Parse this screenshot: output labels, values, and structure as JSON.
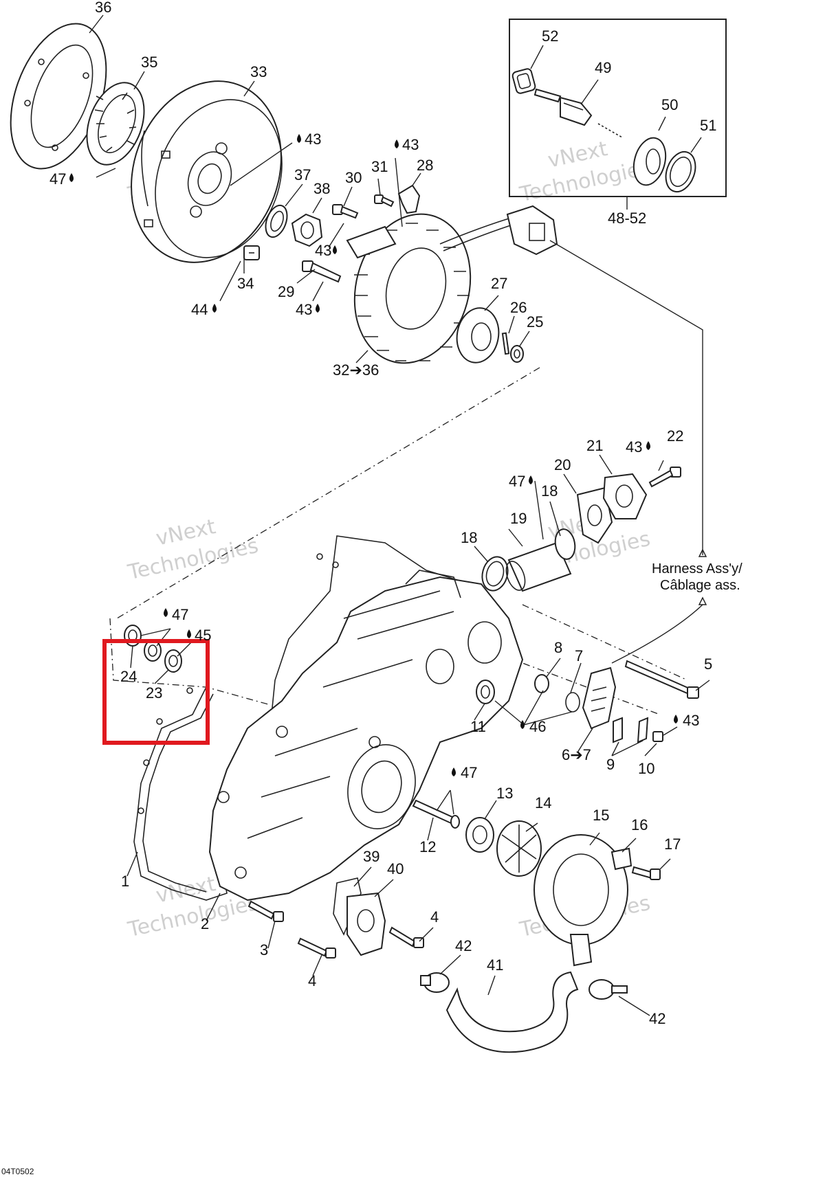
{
  "diagram": {
    "callouts": {
      "c1": "1",
      "c2": "2",
      "c3": "3",
      "c4a": "4",
      "c4b": "4",
      "c5": "5",
      "c6": "6➔7",
      "c7": "7",
      "c8": "8",
      "c9": "9",
      "c10": "10",
      "c11": "11",
      "c12": "12",
      "c13": "13",
      "c14": "14",
      "c15": "15",
      "c16": "16",
      "c17": "17",
      "c18a": "18",
      "c18b": "18",
      "c19": "19",
      "c20": "20",
      "c21": "21",
      "c22": "22",
      "c23": "23",
      "c24": "24",
      "c25": "25",
      "c26": "26",
      "c27": "27",
      "c28": "28",
      "c29": "29",
      "c30": "30",
      "c31": "31",
      "c32": "32➔36",
      "c33": "33",
      "c34": "34",
      "c35": "35",
      "c36": "36",
      "c37": "37",
      "c38": "38",
      "c39": "39",
      "c40": "40",
      "c41": "41",
      "c42a": "42",
      "c42b": "42",
      "c49": "49",
      "c50": "50",
      "c51": "51",
      "c52": "52",
      "c4852": "48-52"
    },
    "lubricant_marks": {
      "m47a": "47",
      "m43a": "43",
      "m43b": "43",
      "m43c": "43",
      "m43d": "43",
      "m44": "44",
      "m43e": "43",
      "m47b": "47",
      "m47c": "47",
      "m45": "45",
      "m46": "46",
      "m43f": "43",
      "m47d": "47"
    },
    "harness_label_line1": "Harness Ass'y/",
    "harness_label_line2": "Câblage ass.",
    "watermark_line1": "vNext",
    "watermark_line2": "Technologies",
    "reference_code": "04T0502"
  },
  "highlight": {
    "color": "#e0191f",
    "callouts": [
      "23",
      "24"
    ]
  },
  "colors": {
    "line": "#222222",
    "watermark": "#c9c9c9"
  }
}
